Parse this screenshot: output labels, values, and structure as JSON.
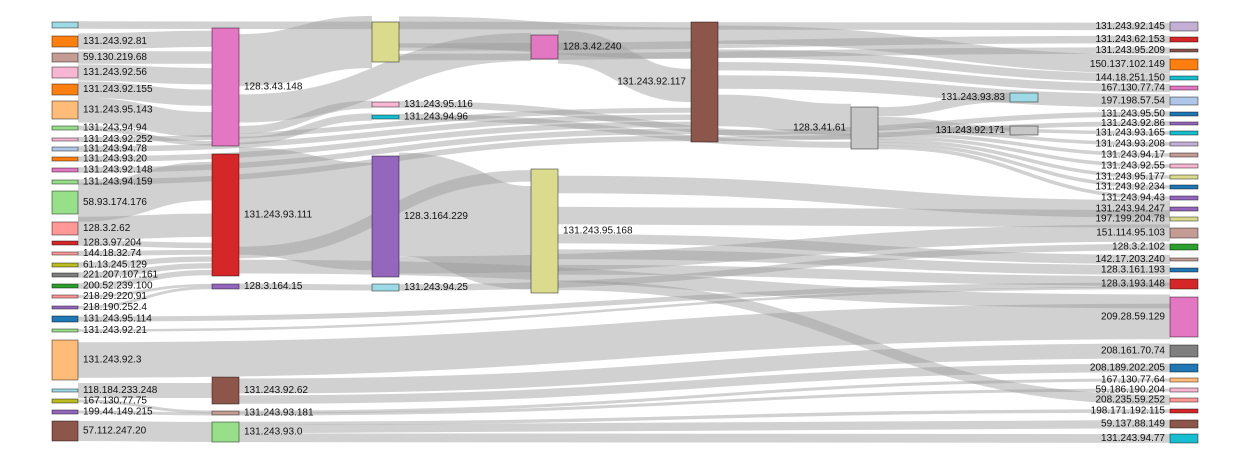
{
  "diagram": {
    "type": "sankey",
    "nodes": [
      {
        "id": "n000",
        "label": "",
        "color": "#9edae5"
      },
      {
        "id": "n001",
        "label": "131.243.92.81",
        "color": "#ff7f0e"
      },
      {
        "id": "n002",
        "label": "59.130.219.68",
        "color": "#c49c94"
      },
      {
        "id": "n003",
        "label": "131.243.92.56",
        "color": "#f7b6d2"
      },
      {
        "id": "n004",
        "label": "131.243.92.155",
        "color": "#ff7f0e"
      },
      {
        "id": "n005",
        "label": "131.243.95.143",
        "color": "#ffbb78"
      },
      {
        "id": "n006",
        "label": "131.243.94.94",
        "color": "#98df8a"
      },
      {
        "id": "n007",
        "label": "131.243.92.252",
        "color": "#f7b6d2"
      },
      {
        "id": "n008",
        "label": "131.243.94.78",
        "color": "#aec7e8"
      },
      {
        "id": "n009",
        "label": "131.243.93.20",
        "color": "#ff7f0e"
      },
      {
        "id": "n010",
        "label": "131.243.92.148",
        "color": "#e377c2"
      },
      {
        "id": "n011",
        "label": "131.243.94.159",
        "color": "#98df8a"
      },
      {
        "id": "n012",
        "label": "58.93.174.176",
        "color": "#98df8a"
      },
      {
        "id": "n013",
        "label": "128.3.2.62",
        "color": "#ff9896"
      },
      {
        "id": "n014",
        "label": "128.3.97.204",
        "color": "#d62728"
      },
      {
        "id": "n015",
        "label": "144.18.32.74",
        "color": "#ff9896"
      },
      {
        "id": "n016",
        "label": "61.13.245.129",
        "color": "#bcbd22"
      },
      {
        "id": "n017",
        "label": "221.207.107.161",
        "color": "#7f7f7f"
      },
      {
        "id": "n018",
        "label": "200.52.239.100",
        "color": "#2ca02c"
      },
      {
        "id": "n019",
        "label": "218.29.220.91",
        "color": "#ff9896"
      },
      {
        "id": "n020",
        "label": "218.190.252.4",
        "color": "#9467bd"
      },
      {
        "id": "n021",
        "label": "131.243.95.114",
        "color": "#1f77b4"
      },
      {
        "id": "n022",
        "label": "131.243.92.21",
        "color": "#98df8a"
      },
      {
        "id": "n023",
        "label": "131.243.92.3",
        "color": "#ffbb78"
      },
      {
        "id": "n024",
        "label": "118.184.233.248",
        "color": "#9edae5"
      },
      {
        "id": "n025",
        "label": "167.130.77.75",
        "color": "#bcbd22"
      },
      {
        "id": "n026",
        "label": "199.44.149.215",
        "color": "#9467bd"
      },
      {
        "id": "n027",
        "label": "57.112.247.20",
        "color": "#8c564b"
      },
      {
        "id": "n028",
        "label": "128.3.43.148",
        "color": "#e377c2"
      },
      {
        "id": "n029",
        "label": "131.243.93.111",
        "color": "#d62728"
      },
      {
        "id": "n030",
        "label": "128.3.164.15",
        "color": "#9467bd"
      },
      {
        "id": "n031",
        "label": "131.243.92.62",
        "color": "#8c564b"
      },
      {
        "id": "n032",
        "label": "131.243.93.181",
        "color": "#c49c94"
      },
      {
        "id": "n033",
        "label": "131.243.93.0",
        "color": "#98df8a"
      },
      {
        "id": "n034",
        "label": "",
        "color": "#dbdb8d"
      },
      {
        "id": "n035",
        "label": "131.243.95.116",
        "color": "#f7b6d2"
      },
      {
        "id": "n036",
        "label": "131.243.94.96",
        "color": "#17becf"
      },
      {
        "id": "n037",
        "label": "128.3.164.229",
        "color": "#9467bd"
      },
      {
        "id": "n038",
        "label": "131.243.94.25",
        "color": "#9edae5"
      },
      {
        "id": "n039",
        "label": "128.3.42.240",
        "color": "#e377c2"
      },
      {
        "id": "n040",
        "label": "131.243.95.168",
        "color": "#dbdb8d"
      },
      {
        "id": "n041",
        "label": "131.243.92.117",
        "color": "#8c564b"
      },
      {
        "id": "n042",
        "label": "128.3.41.61",
        "color": "#c7c7c7"
      },
      {
        "id": "n043",
        "label": "131.243.93.83",
        "color": "#9edae5"
      },
      {
        "id": "n044",
        "label": "131.243.92.171",
        "color": "#c7c7c7"
      },
      {
        "id": "n045",
        "label": "131.243.92.145",
        "color": "#c5b0d5"
      },
      {
        "id": "n046",
        "label": "131.243.62.153",
        "color": "#d62728"
      },
      {
        "id": "n047",
        "label": "131.243.95.209",
        "color": "#8c564b"
      },
      {
        "id": "n048",
        "label": "150.137.102.149",
        "color": "#ff7f0e"
      },
      {
        "id": "n049",
        "label": "144.18.251.150",
        "color": "#17becf"
      },
      {
        "id": "n050",
        "label": "167.130.77.74",
        "color": "#e377c2"
      },
      {
        "id": "n051",
        "label": "197.198.57.54",
        "color": "#aec7e8"
      },
      {
        "id": "n052",
        "label": "131.243.95.50",
        "color": "#1f77b4"
      },
      {
        "id": "n053",
        "label": "131.243.92.86",
        "color": "#9467bd"
      },
      {
        "id": "n054",
        "label": "131.243.93.165",
        "color": "#17becf"
      },
      {
        "id": "n055",
        "label": "131.243.93.208",
        "color": "#c5b0d5"
      },
      {
        "id": "n056",
        "label": "131.243.94.17",
        "color": "#c49c94"
      },
      {
        "id": "n057",
        "label": "131.243.92.55",
        "color": "#f7b6d2"
      },
      {
        "id": "n058",
        "label": "131.243.95.177",
        "color": "#dbdb8d"
      },
      {
        "id": "n059",
        "label": "131.243.92.234",
        "color": "#1f77b4"
      },
      {
        "id": "n060",
        "label": "131.243.94.43",
        "color": "#9467bd"
      },
      {
        "id": "n061",
        "label": "131.243.94.247",
        "color": "#9467bd"
      },
      {
        "id": "n062",
        "label": "197.199.204.78",
        "color": "#dbdb8d"
      },
      {
        "id": "n063",
        "label": "151.114.95.103",
        "color": "#c49c94"
      },
      {
        "id": "n064",
        "label": "128.3.2.102",
        "color": "#2ca02c"
      },
      {
        "id": "n065",
        "label": "142.17.203.240",
        "color": "#c49c94"
      },
      {
        "id": "n066",
        "label": "128.3.161.193",
        "color": "#1f77b4"
      },
      {
        "id": "n067",
        "label": "128.3.193.148",
        "color": "#d62728"
      },
      {
        "id": "n068",
        "label": "209.28.59.129",
        "color": "#e377c2"
      },
      {
        "id": "n069",
        "label": "208.161.70.74",
        "color": "#7f7f7f"
      },
      {
        "id": "n070",
        "label": "208.189.202.205",
        "color": "#1f77b4"
      },
      {
        "id": "n071",
        "label": "167.130.77.64",
        "color": "#ffbb78"
      },
      {
        "id": "n072",
        "label": "59.186.190.204",
        "color": "#f7b6d2"
      },
      {
        "id": "n073",
        "label": "208.235.59.252",
        "color": "#ff9896"
      },
      {
        "id": "n074",
        "label": "198.171.192.115",
        "color": "#d62728"
      },
      {
        "id": "n075",
        "label": "59.137.88.149",
        "color": "#8c564b"
      },
      {
        "id": "n076",
        "label": "131.243.94.77",
        "color": "#17becf"
      }
    ],
    "links": [
      {
        "source": "n000",
        "target": "n045",
        "value": 3
      },
      {
        "source": "n001",
        "target": "n028",
        "value": 4
      },
      {
        "source": "n002",
        "target": "n028",
        "value": 3
      },
      {
        "source": "n003",
        "target": "n028",
        "value": 4
      },
      {
        "source": "n004",
        "target": "n028",
        "value": 4
      },
      {
        "source": "n005",
        "target": "n028",
        "value": 6
      },
      {
        "source": "n006",
        "target": "n028",
        "value": 1
      },
      {
        "source": "n007",
        "target": "n041",
        "value": 1
      },
      {
        "source": "n008",
        "target": "n041",
        "value": 1
      },
      {
        "source": "n009",
        "target": "n041",
        "value": 1
      },
      {
        "source": "n010",
        "target": "n041",
        "value": 1
      },
      {
        "source": "n011",
        "target": "n041",
        "value": 1
      },
      {
        "source": "n012",
        "target": "n029",
        "value": 8
      },
      {
        "source": "n013",
        "target": "n029",
        "value": 5
      },
      {
        "source": "n014",
        "target": "n029",
        "value": 1
      },
      {
        "source": "n015",
        "target": "n029",
        "value": 1
      },
      {
        "source": "n016",
        "target": "n029",
        "value": 1
      },
      {
        "source": "n017",
        "target": "n029",
        "value": 1
      },
      {
        "source": "n018",
        "target": "n029",
        "value": 1
      },
      {
        "source": "n019",
        "target": "n030",
        "value": 1
      },
      {
        "source": "n020",
        "target": "n030",
        "value": 1
      },
      {
        "source": "n021",
        "target": "n067",
        "value": 2
      },
      {
        "source": "n022",
        "target": "n067",
        "value": 1
      },
      {
        "source": "n023",
        "target": "n068",
        "value": 14
      },
      {
        "source": "n024",
        "target": "n031",
        "value": 1
      },
      {
        "source": "n025",
        "target": "n032",
        "value": 1
      },
      {
        "source": "n026",
        "target": "n032",
        "value": 1
      },
      {
        "source": "n027",
        "target": "n033",
        "value": 7
      },
      {
        "source": "n028",
        "target": "n034",
        "value": 12
      },
      {
        "source": "n028",
        "target": "n035",
        "value": 2
      },
      {
        "source": "n028",
        "target": "n036",
        "value": 2
      },
      {
        "source": "n028",
        "target": "n039",
        "value": 6
      },
      {
        "source": "n029",
        "target": "n037",
        "value": 20
      },
      {
        "source": "n029",
        "target": "n040",
        "value": 2
      },
      {
        "source": "n030",
        "target": "n038",
        "value": 2
      },
      {
        "source": "n031",
        "target": "n069",
        "value": 4
      },
      {
        "source": "n031",
        "target": "n070",
        "value": 2
      },
      {
        "source": "n032",
        "target": "n071",
        "value": 1
      },
      {
        "source": "n032",
        "target": "n072",
        "value": 1
      },
      {
        "source": "n033",
        "target": "n075",
        "value": 3
      },
      {
        "source": "n033",
        "target": "n076",
        "value": 3
      },
      {
        "source": "n033",
        "target": "n074",
        "value": 1
      },
      {
        "source": "n034",
        "target": "n041",
        "value": 6
      },
      {
        "source": "n034",
        "target": "n046",
        "value": 3
      },
      {
        "source": "n034",
        "target": "n047",
        "value": 3
      },
      {
        "source": "n035",
        "target": "n042",
        "value": 2
      },
      {
        "source": "n036",
        "target": "n042",
        "value": 2
      },
      {
        "source": "n037",
        "target": "n040",
        "value": 16
      },
      {
        "source": "n037",
        "target": "n063",
        "value": 4
      },
      {
        "source": "n038",
        "target": "n064",
        "value": 2
      },
      {
        "source": "n039",
        "target": "n041",
        "value": 6
      },
      {
        "source": "n040",
        "target": "n065",
        "value": 2
      },
      {
        "source": "n040",
        "target": "n066",
        "value": 2
      },
      {
        "source": "n040",
        "target": "n067",
        "value": 2
      },
      {
        "source": "n040",
        "target": "n062",
        "value": 4
      },
      {
        "source": "n040",
        "target": "n061",
        "value": 4
      },
      {
        "source": "n040",
        "target": "n073",
        "value": 2
      },
      {
        "source": "n041",
        "target": "n042",
        "value": 6
      },
      {
        "source": "n041",
        "target": "n048",
        "value": 4
      },
      {
        "source": "n041",
        "target": "n049",
        "value": 2
      },
      {
        "source": "n041",
        "target": "n050",
        "value": 2
      },
      {
        "source": "n041",
        "target": "n051",
        "value": 3
      },
      {
        "source": "n041",
        "target": "n052",
        "value": 1
      },
      {
        "source": "n041",
        "target": "n053",
        "value": 1
      },
      {
        "source": "n042",
        "target": "n043",
        "value": 3
      },
      {
        "source": "n042",
        "target": "n044",
        "value": 3
      },
      {
        "source": "n042",
        "target": "n054",
        "value": 1
      },
      {
        "source": "n042",
        "target": "n055",
        "value": 1
      },
      {
        "source": "n042",
        "target": "n056",
        "value": 1
      },
      {
        "source": "n042",
        "target": "n057",
        "value": 1
      },
      {
        "source": "n042",
        "target": "n058",
        "value": 1
      },
      {
        "source": "n042",
        "target": "n059",
        "value": 1
      },
      {
        "source": "n042",
        "target": "n060",
        "value": 1
      },
      {
        "source": "n029",
        "target": "n068",
        "value": 4
      }
    ]
  }
}
